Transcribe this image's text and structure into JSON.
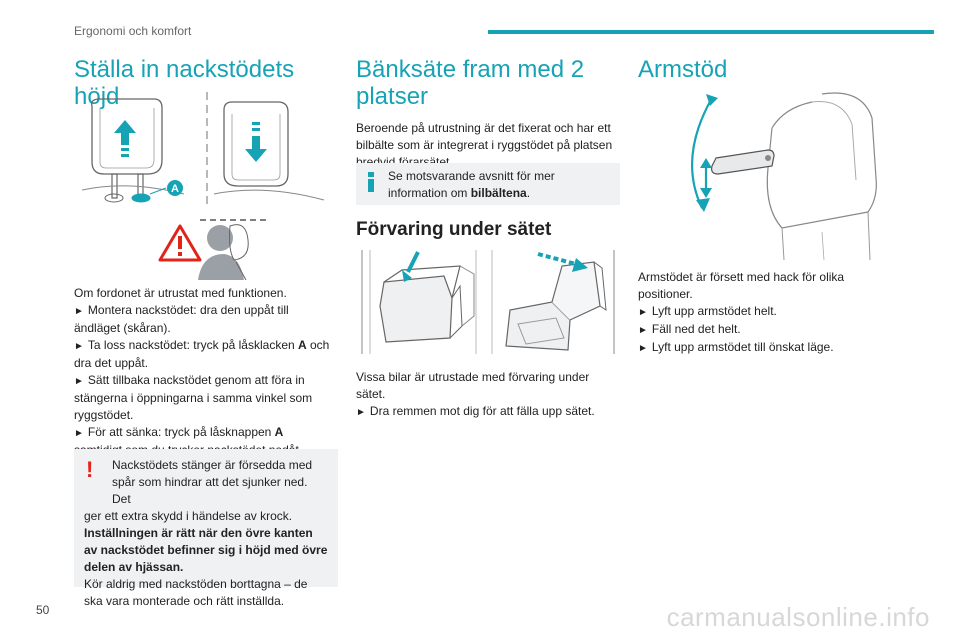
{
  "header": {
    "title": "Ergonomi och komfort",
    "accent": "#16a3b5"
  },
  "col1": {
    "title": "Ställa in nackstödets höjd",
    "figure_callout": "A",
    "intro": "Om fordonet är utrustat med funktionen.",
    "bullets": [
      [
        "Montera nackstödet: dra den uppåt till",
        "ändläget (skåran)."
      ],
      [
        "Ta loss nackstödet: tryck på låsklacken ",
        "A",
        " och",
        "dra det uppåt."
      ],
      [
        "Sätt tillbaka nackstödet genom att föra in",
        "stängerna i öppningarna i samma vinkel som",
        "ryggstödet."
      ],
      [
        "För att sänka: tryck på låsknappen ",
        "A",
        "samtidigt som du trycker nackstödet nedåt."
      ]
    ],
    "warning": {
      "mark": "!",
      "lines": [
        "Nackstödets stänger är försedda med",
        "spår som hindrar att det sjunker ned. Det",
        "ger ett extra skydd i händelse av krock."
      ],
      "bold_lines": [
        "Inställningen är rätt när den övre kanten",
        "av nackstödet befinner sig i höjd med övre",
        "delen av hjässan."
      ],
      "tail_lines": [
        "Kör aldrig med nackstöden borttagna – de",
        "ska vara monterade och rätt inställda."
      ]
    }
  },
  "col2": {
    "title_lines": [
      "Bänksäte fram med 2",
      "platser"
    ],
    "body_lines": [
      "Beroende på utrustning är det fixerat och har ett",
      "bilbälte som är integrerat i ryggstödet på platsen",
      "bredvid förarsätet."
    ],
    "info": {
      "line1": "Se motsvarande avsnitt för mer",
      "line2_pre": "information om ",
      "line2_bold": "bilbältena",
      "line2_post": "."
    },
    "sub_title": "Förvaring under sätet",
    "sub_body_lines": [
      "Vissa bilar är utrustade med förvaring under",
      "sätet."
    ],
    "sub_bullet": "Dra remmen mot dig för att fälla upp sätet."
  },
  "col3": {
    "title": "Armstöd",
    "body_lines": [
      "Armstödet är försett med hack för olika",
      "positioner."
    ],
    "bullets": [
      "Lyft upp armstödet helt.",
      "Fäll ned det helt.",
      "Lyft upp armstödet till önskat läge."
    ]
  },
  "footer": {
    "page_number": "50",
    "watermark": "carmanualsonline.info"
  },
  "icons": {
    "arrow": "►",
    "warning_icon": "warning-triangle-icon",
    "info_icon": "info-icon"
  },
  "colors": {
    "teal": "#16a3b5",
    "red": "#e2231a",
    "box_bg": "#f0f1f3",
    "watermark": "#d7d7d7"
  }
}
